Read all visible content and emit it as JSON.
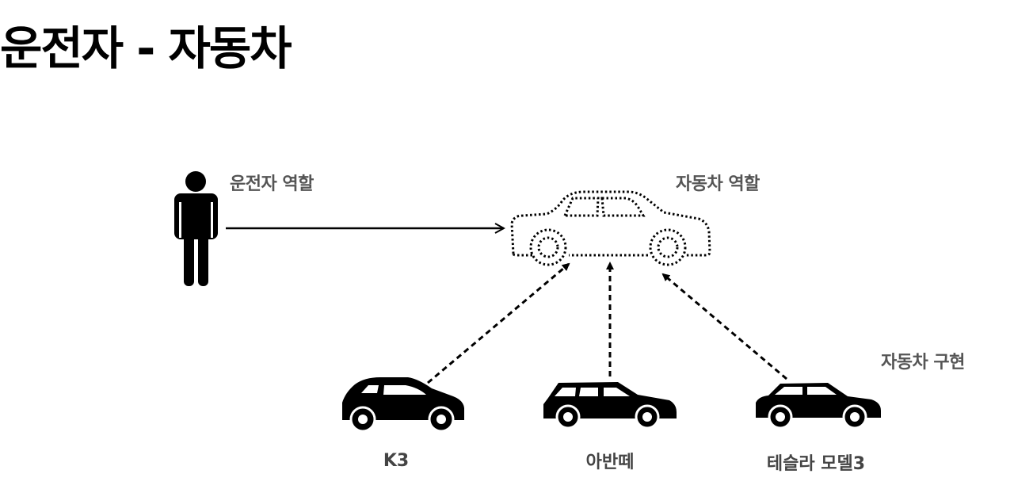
{
  "title": "운전자 - 자동차",
  "labels": {
    "driver_role": "운전자 역할",
    "car_role": "자동차 역할",
    "car_impl": "자동차 구현"
  },
  "implementations": [
    {
      "name": "K3",
      "icon": "hatchback-car-icon"
    },
    {
      "name": "아반떼",
      "icon": "wagon-car-icon"
    },
    {
      "name": "테슬라 모델3",
      "icon": "sedan-car-icon"
    }
  ]
}
